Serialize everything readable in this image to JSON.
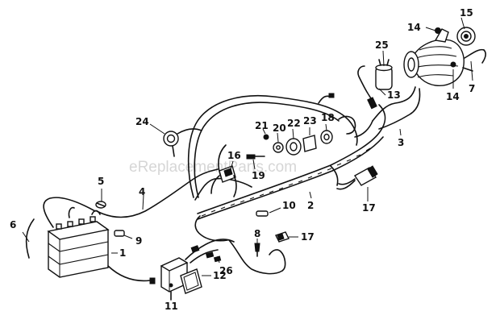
{
  "watermark": "eReplacementParts.com",
  "callouts": [
    {
      "id": "c1",
      "text": "1"
    },
    {
      "id": "c2",
      "text": "2"
    },
    {
      "id": "c3",
      "text": "3"
    },
    {
      "id": "c4",
      "text": "4"
    },
    {
      "id": "c5",
      "text": "5"
    },
    {
      "id": "c6",
      "text": "6"
    },
    {
      "id": "c7",
      "text": "7"
    },
    {
      "id": "c8",
      "text": "8"
    },
    {
      "id": "c9",
      "text": "9"
    },
    {
      "id": "c10",
      "text": "10"
    },
    {
      "id": "c11",
      "text": "11"
    },
    {
      "id": "c12",
      "text": "12"
    },
    {
      "id": "c13",
      "text": "13"
    },
    {
      "id": "c14a",
      "text": "14"
    },
    {
      "id": "c14b",
      "text": "14"
    },
    {
      "id": "c15",
      "text": "15"
    },
    {
      "id": "c16",
      "text": "16"
    },
    {
      "id": "c17a",
      "text": "17"
    },
    {
      "id": "c17b",
      "text": "17"
    },
    {
      "id": "c18",
      "text": "18"
    },
    {
      "id": "c19",
      "text": "19"
    },
    {
      "id": "c20",
      "text": "20"
    },
    {
      "id": "c21",
      "text": "21"
    },
    {
      "id": "c22",
      "text": "22"
    },
    {
      "id": "c23",
      "text": "23"
    },
    {
      "id": "c24",
      "text": "24"
    },
    {
      "id": "c25",
      "text": "25"
    },
    {
      "id": "c26",
      "text": "26"
    }
  ]
}
